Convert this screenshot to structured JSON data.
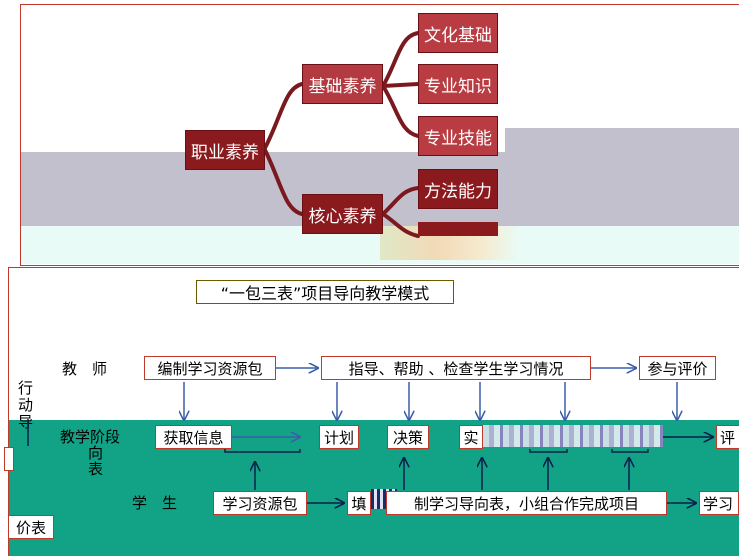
{
  "mindmap": {
    "root": "职业素养",
    "branches": [
      {
        "label": "基础素养",
        "children": [
          "文化基础",
          "专业知识",
          "专业技能"
        ]
      },
      {
        "label": "核心素养",
        "children": [
          "方法能力"
        ]
      }
    ]
  },
  "model": {
    "title": "“一包三表”项目导向教学模式",
    "rows": {
      "teacher_label": "教　师",
      "stage_label": "教学阶段",
      "student_label": "学　生",
      "side_label": "行动导",
      "fragment_a": "向",
      "fragment_b": "表",
      "bottom_left": "价表"
    },
    "teacher_steps": [
      "编制学习资源包",
      "指导、帮助 、检查学生学习情况",
      "参与评价"
    ],
    "stage_steps": [
      "获取信息",
      "计划",
      "决策",
      "实",
      "评"
    ],
    "student_steps": [
      "学习资源包",
      "填",
      "制学习导向表，小组合作完成项目",
      "学习"
    ]
  },
  "colors": {
    "mindmap_root": "#8b1a1f",
    "mindmap_mid": "#b33a40",
    "grey_band": "#c3c0cd",
    "teal_band": "#12a387",
    "frame_red": "#c0392b"
  }
}
